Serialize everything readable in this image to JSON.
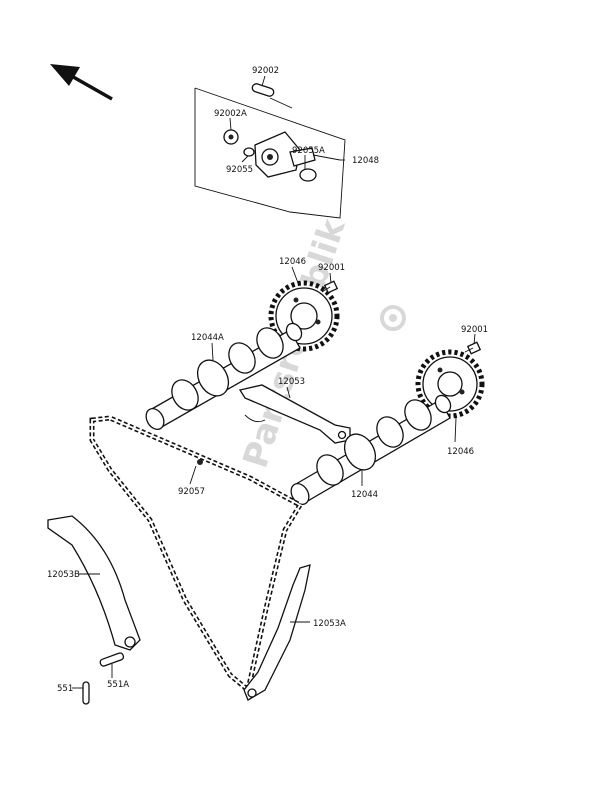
{
  "parts": {
    "p92002": "92002",
    "p92002A": "92002A",
    "p92055": "92055",
    "p92055A": "92055A",
    "p12048": "12048",
    "p12046_top": "12046",
    "p92001_top": "92001",
    "p12044A": "12044A",
    "p12053": "12053",
    "p92001_right": "92001",
    "p12046_right": "12046",
    "p92057": "92057",
    "p12044": "12044",
    "p12053B": "12053B",
    "p12053A": "12053A",
    "p551A": "551A",
    "p551": "551"
  },
  "watermark": {
    "text": "Partsrepublik"
  }
}
